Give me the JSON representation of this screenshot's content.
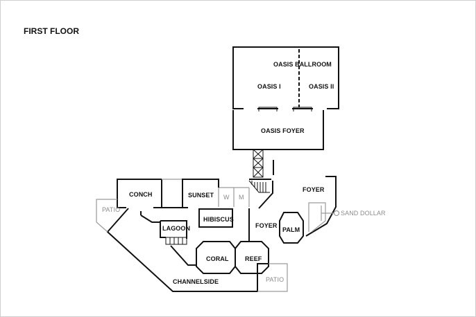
{
  "floor_title": "FIRST FLOOR",
  "rooms": {
    "oasis_ballroom": "OASIS BALLROOM",
    "oasis_1": "OASIS I",
    "oasis_2": "OASIS II",
    "oasis_foyer": "OASIS FOYER",
    "conch": "CONCH",
    "sunset": "SUNSET",
    "hibiscus": "HIBISCUS",
    "lagoon": "LAGOON",
    "coral": "CORAL",
    "reef": "REEF",
    "channelside": "CHANNELSIDE",
    "foyer_upper": "FOYER",
    "foyer_lower": "FOYER",
    "palm": "PALM"
  },
  "outdoor": {
    "patio_left": "PATIO",
    "patio_right": "PATIO",
    "sand_dollar": "SAND DOLLAR"
  },
  "restrooms": {
    "women": "W",
    "men": "M"
  },
  "colors": {
    "wall": "#111111",
    "outdoor": "#9a9a9a",
    "background": "#ffffff"
  }
}
